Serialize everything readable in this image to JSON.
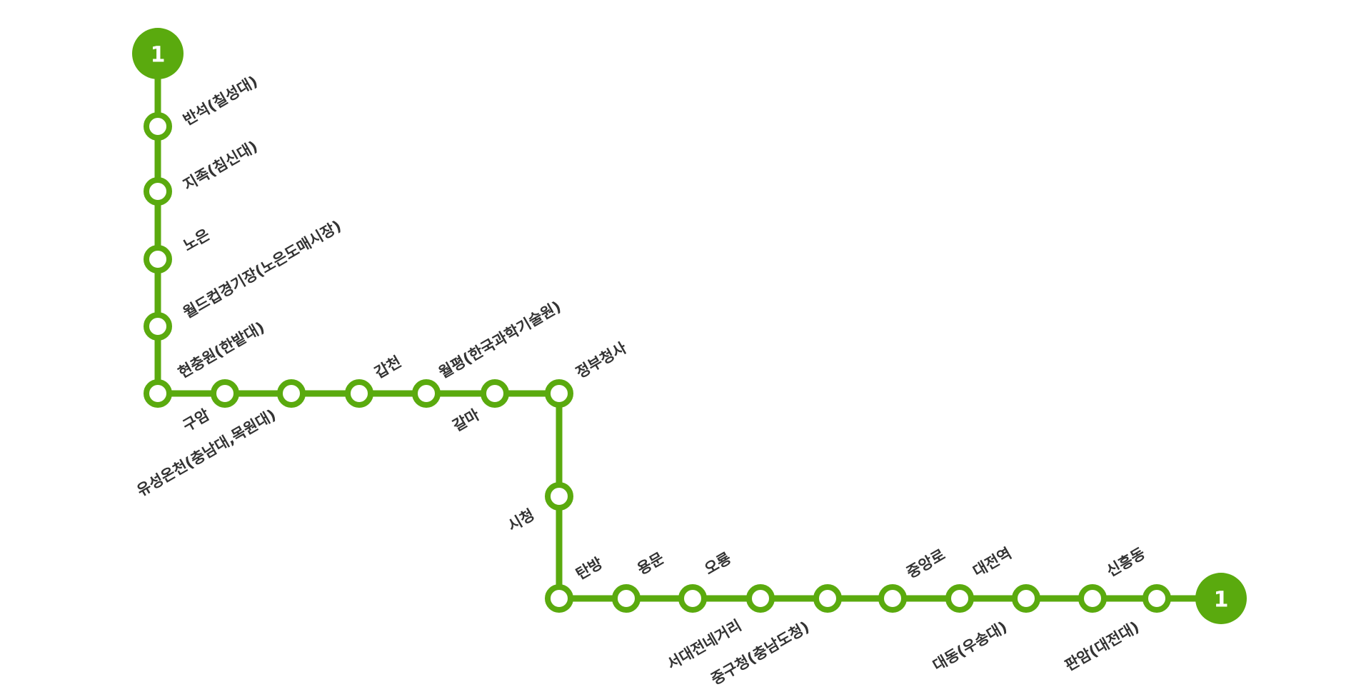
{
  "line": {
    "number": "1",
    "color": "#5aaa0e"
  },
  "stations": [
    {
      "name": "반석(칠성대)"
    },
    {
      "name": "지족(침신대)"
    },
    {
      "name": "노은"
    },
    {
      "name": "월드컵경기장(노은도매시장)"
    },
    {
      "name": "현충원(한밭대)"
    },
    {
      "name": "구암"
    },
    {
      "name": "유성온천(충남대,목원대)"
    },
    {
      "name": "갑천"
    },
    {
      "name": "월평(한국과학기술원)"
    },
    {
      "name": "갈마"
    },
    {
      "name": "정부청사"
    },
    {
      "name": "시청"
    },
    {
      "name": "탄방"
    },
    {
      "name": "용문"
    },
    {
      "name": "오룡"
    },
    {
      "name": "서대전네거리"
    },
    {
      "name": "중구청(충남도청)"
    },
    {
      "name": "중앙로"
    },
    {
      "name": "대전역"
    },
    {
      "name": "대동(우송대)"
    },
    {
      "name": "신흥동"
    },
    {
      "name": "판암(대전대)"
    }
  ]
}
